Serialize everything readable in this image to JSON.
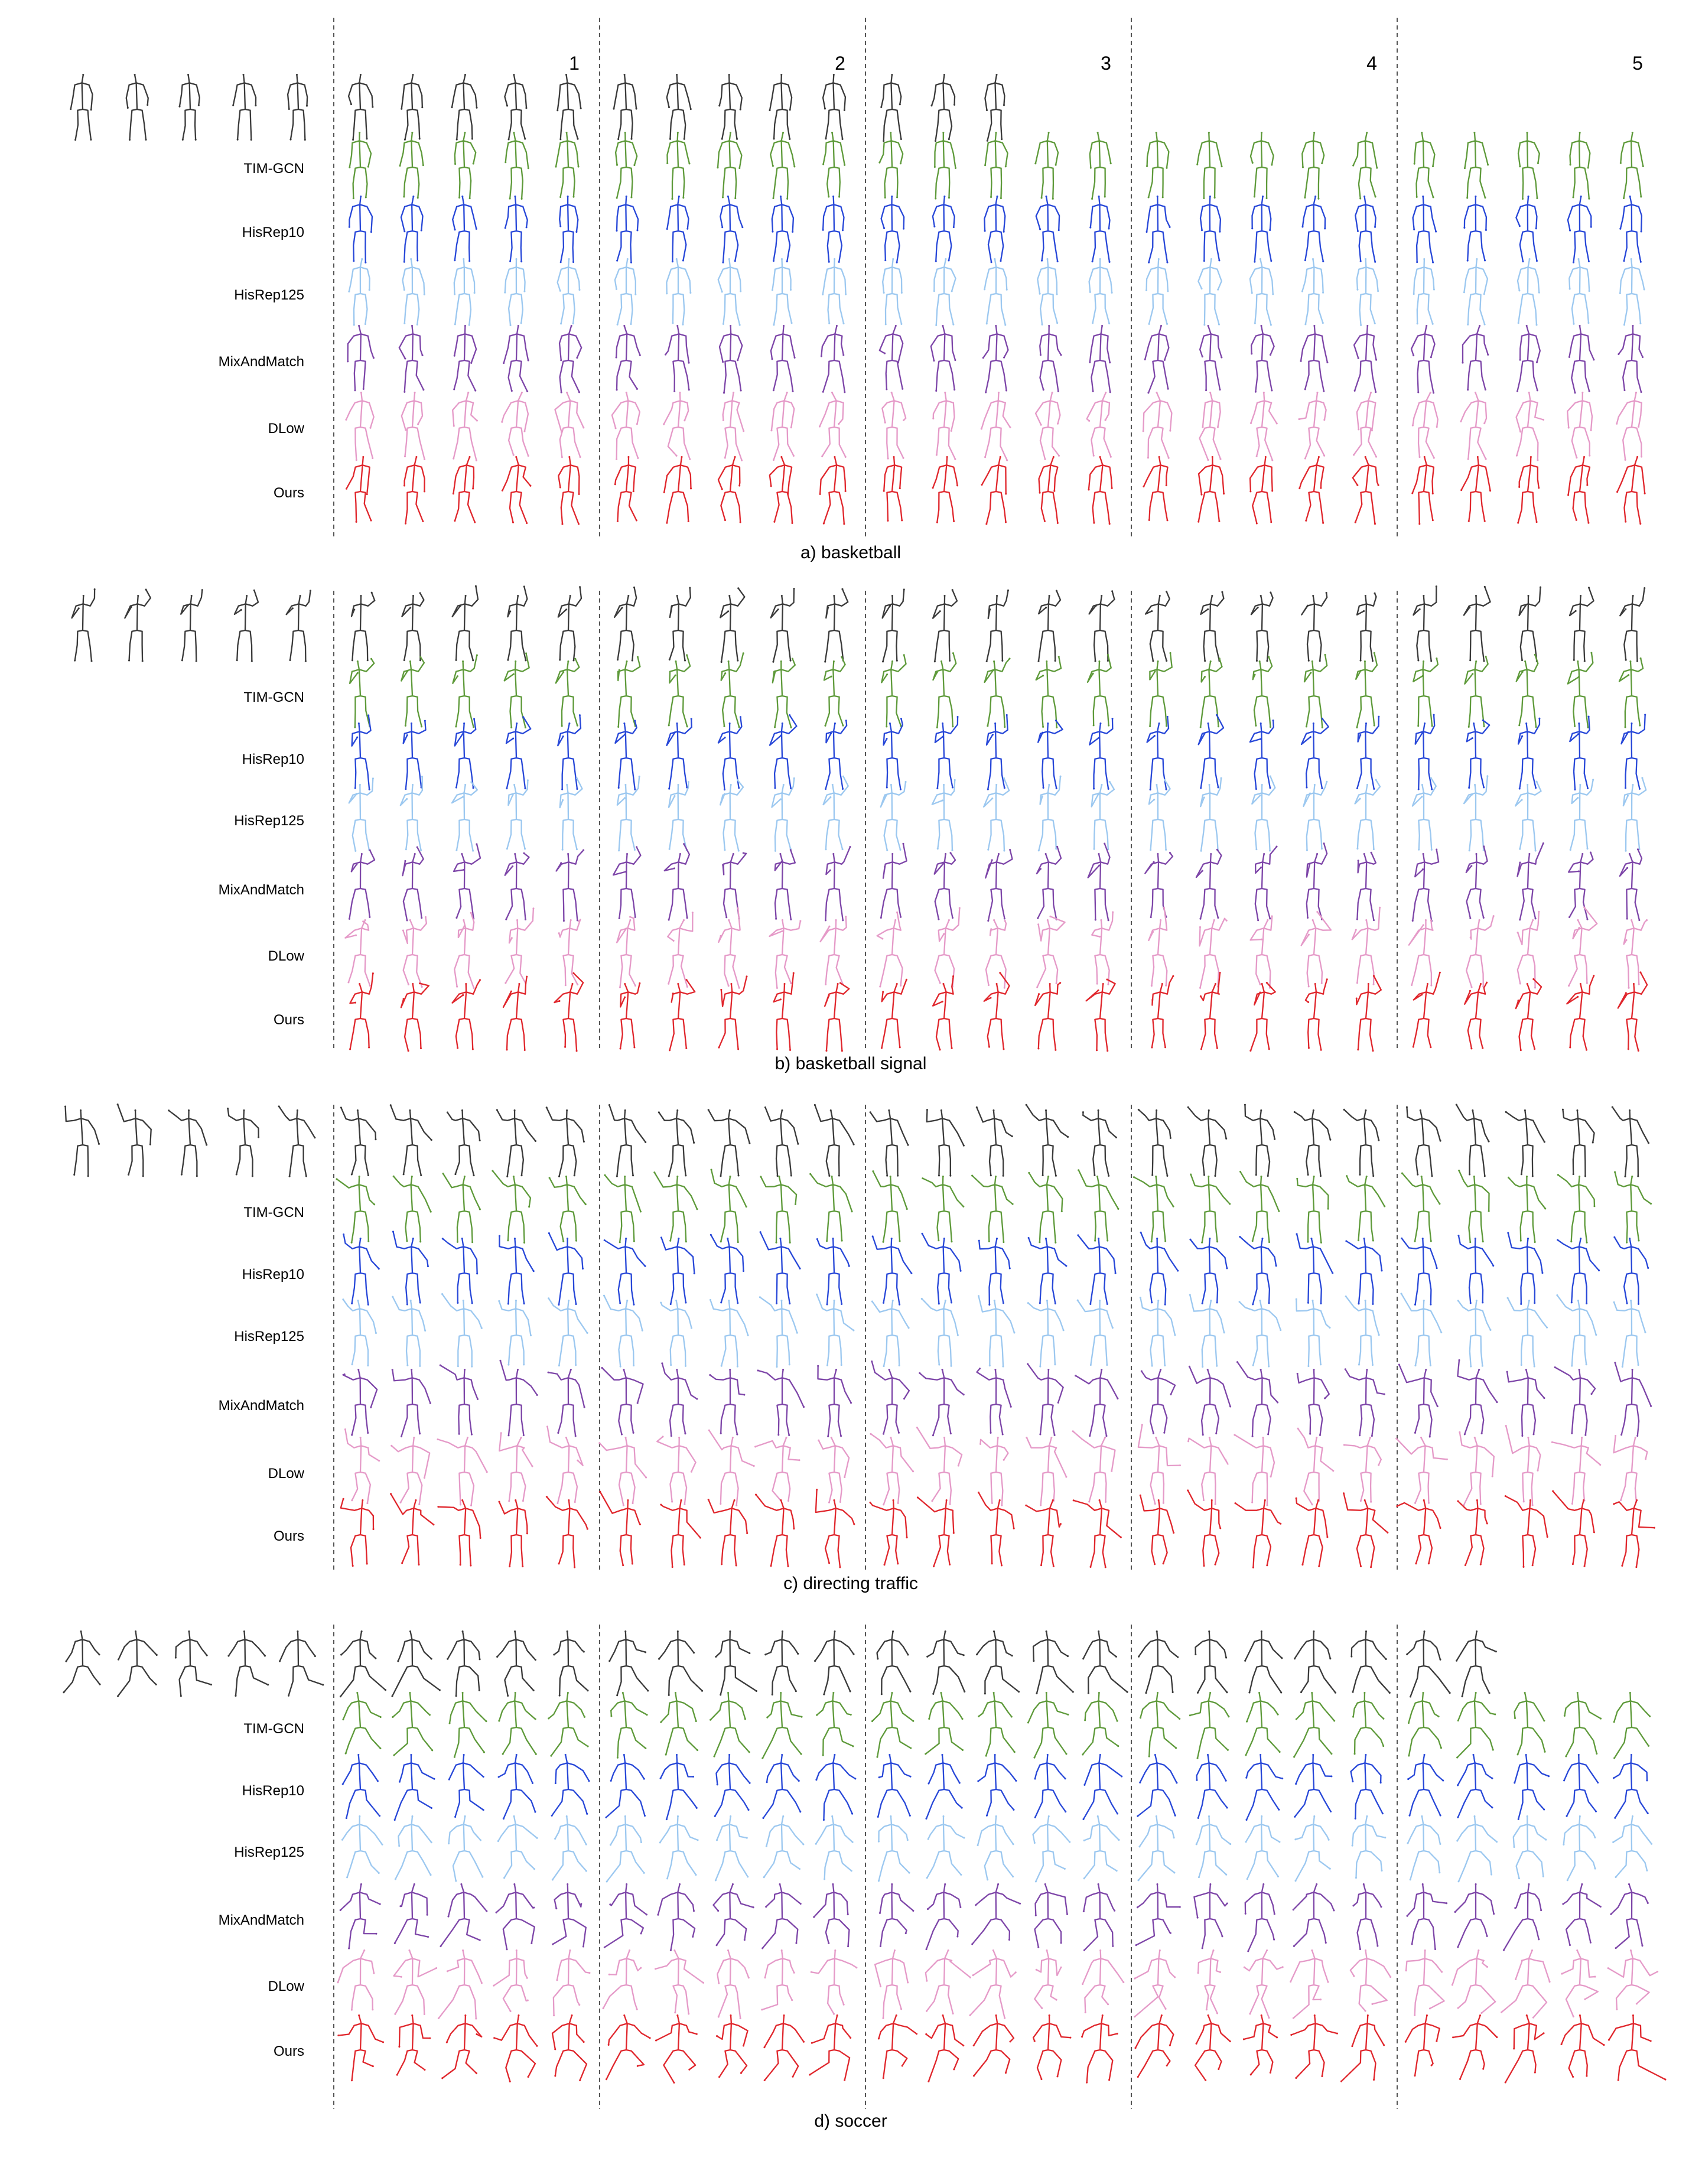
{
  "figure": {
    "column_numbers": [
      "1",
      "2",
      "3",
      "4",
      "5"
    ],
    "colors": {
      "gt": "#3a3a3a",
      "TIM-GCN": "#5e9a3a",
      "HisRep10": "#2747d8",
      "HisRep125": "#9cc8f0",
      "MixAndMatch": "#7d45a8",
      "DLow": "#e59ac8",
      "Ours": "#e0262c"
    },
    "divider_style": "dashed",
    "panels": [
      {
        "caption": "a) basketball",
        "rows": [
          "TIM-GCN",
          "HisRep10",
          "HisRep125",
          "MixAndMatch",
          "DLow",
          "Ours"
        ],
        "gt_future_frames": 13,
        "pose_style": "arms-down"
      },
      {
        "caption": "b) basketball signal",
        "rows": [
          "TIM-GCN",
          "HisRep10",
          "HisRep125",
          "MixAndMatch",
          "DLow",
          "Ours"
        ],
        "gt_future_frames": 25,
        "pose_style": "signal"
      },
      {
        "caption": "c) directing traffic",
        "rows": [
          "TIM-GCN",
          "HisRep10",
          "HisRep125",
          "MixAndMatch",
          "DLow",
          "Ours"
        ],
        "gt_future_frames": 25,
        "pose_style": "arm-raised"
      },
      {
        "caption": "d) soccer",
        "rows": [
          "TIM-GCN",
          "HisRep10",
          "HisRep125",
          "MixAndMatch",
          "DLow",
          "Ours"
        ],
        "gt_future_frames": 22,
        "pose_style": "kick"
      }
    ]
  }
}
